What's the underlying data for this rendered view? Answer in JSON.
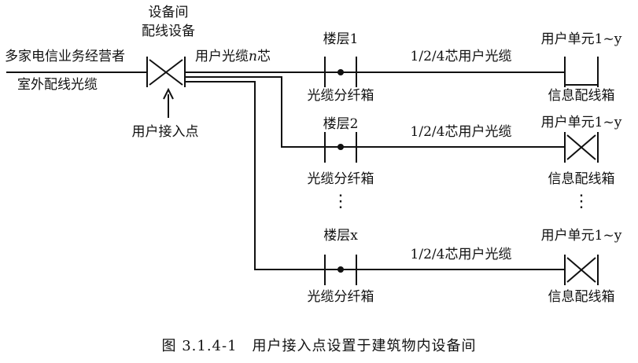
{
  "diagram": {
    "room_label_line1": "设备间",
    "room_label_line2": "配线设备",
    "operator_line1": "多家电信业务经营者",
    "operator_line2": "室外配线光缆",
    "trunk_label_prefix": "用户光缆",
    "trunk_label_var": "n",
    "trunk_label_suffix": "芯",
    "access_point_label": "用户接入点",
    "floors": [
      {
        "floor": "楼层1",
        "box": "光缆分纤箱",
        "cable": "1/2/4芯用户光缆",
        "unit": "用户单元1~y",
        "info": "信息配线箱"
      },
      {
        "floor": "楼层2",
        "box": "光缆分纤箱",
        "cable": "1/2/4芯用户光缆",
        "unit": "用户单元1~y",
        "info": "信息配线箱"
      },
      {
        "floor": "楼层x",
        "box": "光缆分纤箱",
        "cable": "1/2/4芯用户光缆",
        "unit": "用户单元1~y",
        "info": "信息配线箱"
      }
    ],
    "ellipsis": "⋮"
  },
  "caption": "图 3.1.4-1　用户接入点设置于建筑物内设备间"
}
